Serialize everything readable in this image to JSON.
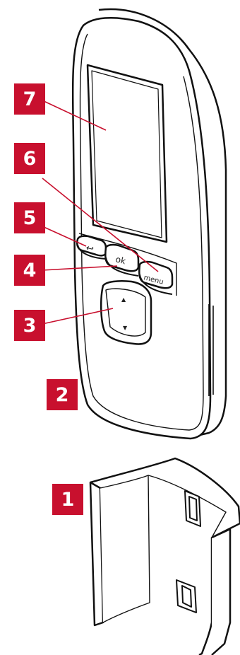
{
  "callouts": [
    {
      "id": "1",
      "label": "1"
    },
    {
      "id": "2",
      "label": "2"
    },
    {
      "id": "3",
      "label": "3"
    },
    {
      "id": "4",
      "label": "4"
    },
    {
      "id": "5",
      "label": "5"
    },
    {
      "id": "6",
      "label": "6"
    },
    {
      "id": "7",
      "label": "7"
    }
  ],
  "device_buttons": {
    "back_symbol": "↩",
    "ok_label": "ok",
    "menu_label": "menu",
    "up_symbol": "▲",
    "down_symbol": "▼"
  },
  "colors": {
    "callout_fill": "#c8102e",
    "callout_text": "#ffffff",
    "leader_line": "#c8102e",
    "outline": "#111111"
  }
}
